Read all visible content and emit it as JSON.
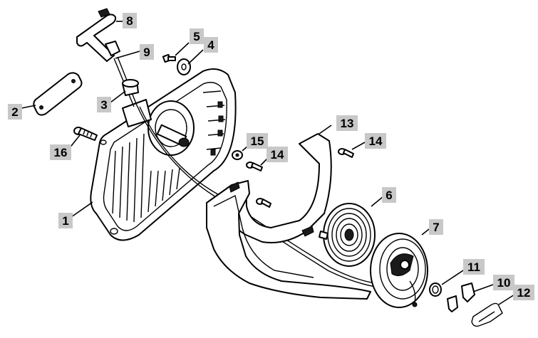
{
  "callouts": {
    "c1": "1",
    "c2": "2",
    "c3": "3",
    "c4": "4",
    "c5": "5",
    "c6": "6",
    "c7": "7",
    "c8": "8",
    "c9": "9",
    "c10": "10",
    "c11": "11",
    "c12": "12",
    "c13": "13",
    "c14a": "14",
    "c14b": "14",
    "c15": "15",
    "c16": "16"
  },
  "colors": {
    "callout_background": "#c8c8c8",
    "line": "#000000"
  }
}
